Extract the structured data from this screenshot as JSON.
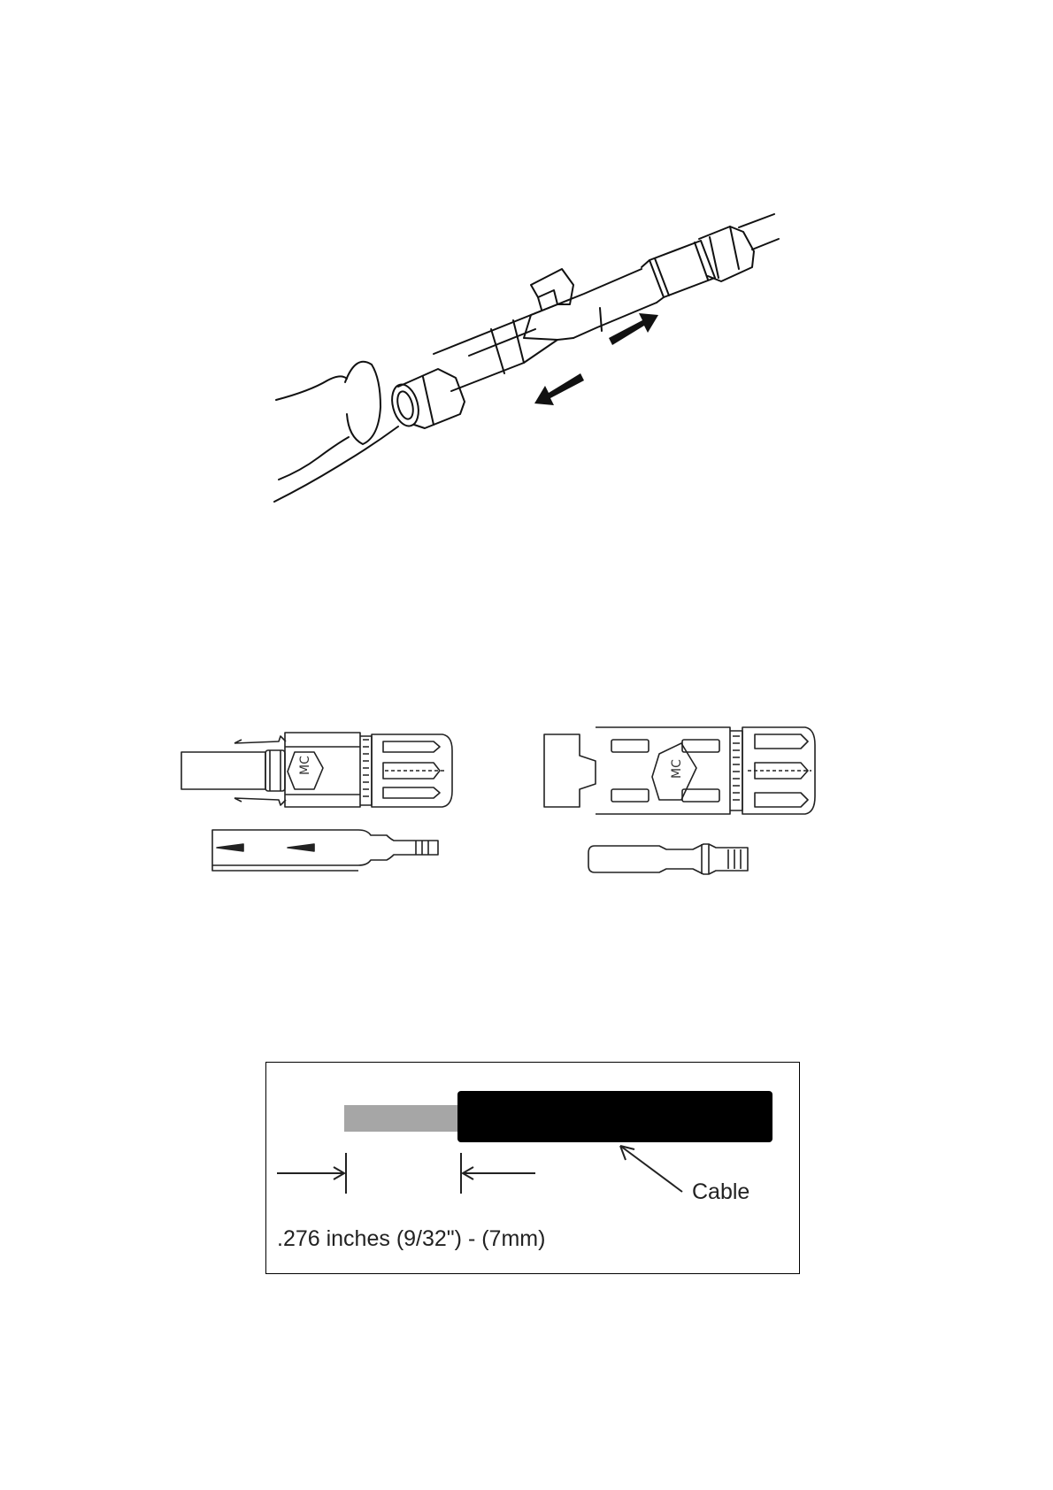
{
  "figures": {
    "connector_mating": {
      "arrows": [
        "arrow-push-icon",
        "arrow-pull-icon"
      ]
    },
    "connector_parts": {
      "female": {
        "logo": "MC"
      },
      "male": {
        "logo": "MC"
      }
    },
    "strip_length": {
      "cable_label": "Cable",
      "measurement_label": ".276 inches (9/32\") - (7mm)"
    }
  }
}
